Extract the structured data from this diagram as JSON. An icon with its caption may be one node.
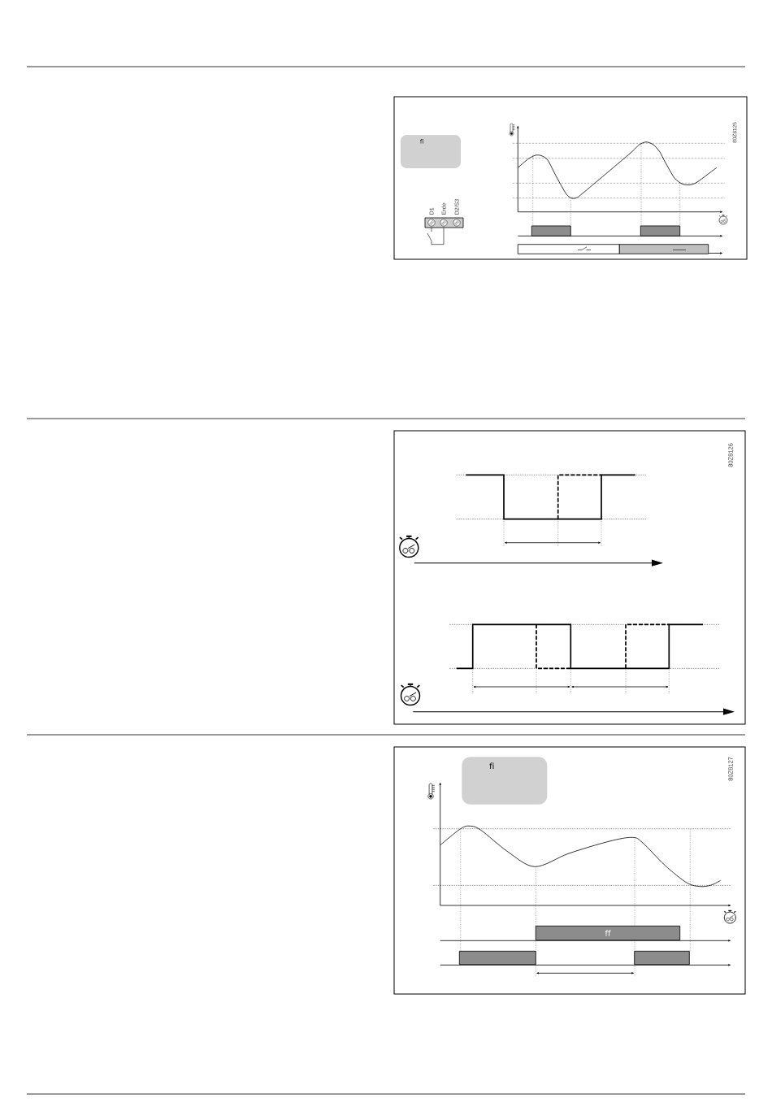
{
  "diagram": {
    "nodes": [
      {
        "text": [
          "fi"
        ]
      },
      {
        "text": [],
        "shape": "bar"
      },
      {
        "text": [],
        "shape": "bar"
      },
      {
        "text": [
          "fi"
        ]
      },
      {
        "text": [
          "ff"
        ]
      },
      {
        "text": [],
        "shape": "bar"
      },
      {
        "text": [],
        "shape": "bar"
      }
    ],
    "labels": [
      "D1",
      "Erde",
      "D2/S3",
      "80Z8125",
      "80Z8126",
      "80Z8127"
    ]
  }
}
